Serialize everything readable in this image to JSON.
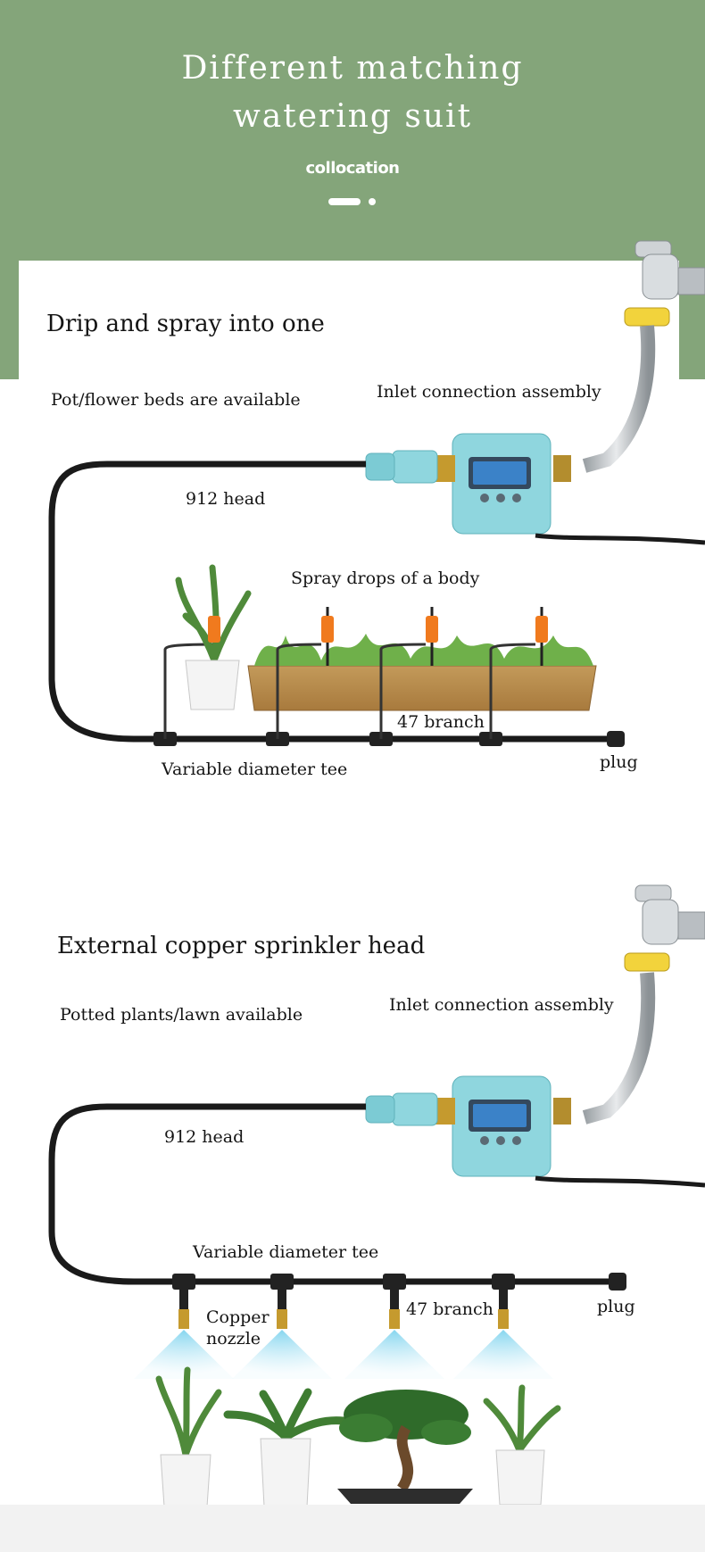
{
  "header": {
    "title_line1": "Different matching",
    "title_line2": "watering suit",
    "subtitle": "collocation"
  },
  "section1": {
    "heading": "Drip and spray into one",
    "usage": "Pot/flower beds are available",
    "inlet": "Inlet connection assembly",
    "head": "912 head",
    "spray": "Spray drops of a body",
    "branch": "47 branch",
    "tee": "Variable diameter tee",
    "plug": "plug"
  },
  "section2": {
    "heading": "External copper sprinkler head",
    "usage": "Potted plants/lawn available",
    "inlet": "Inlet connection assembly",
    "head": "912 head",
    "tee": "Variable diameter tee",
    "nozzle_line1": "Copper",
    "nozzle_line2": "nozzle",
    "branch": "47 branch",
    "plug": "plug"
  },
  "colors": {
    "header_green": "#84a57a",
    "timer_body": "#8fd6de",
    "lcd_blue": "#3b82c8",
    "hose_black": "#1a1a1a",
    "nozzle_orange": "#f07a1e",
    "faucet_ring": "#f2d33c"
  },
  "icons": [
    "faucet-icon",
    "timer-icon",
    "plant-icon",
    "planter-icon",
    "sprinkler-icon",
    "bonsai-icon"
  ]
}
